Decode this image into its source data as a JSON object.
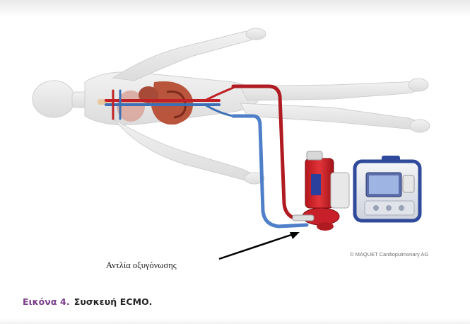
{
  "figure": {
    "credit": "© MAQUET Cardiopulmonary AG",
    "pump_label": "Αντλία οξυγόνωσης",
    "caption_label": "Εικόνα 4.",
    "caption_text": "Συσκευή ECMO."
  }
}
